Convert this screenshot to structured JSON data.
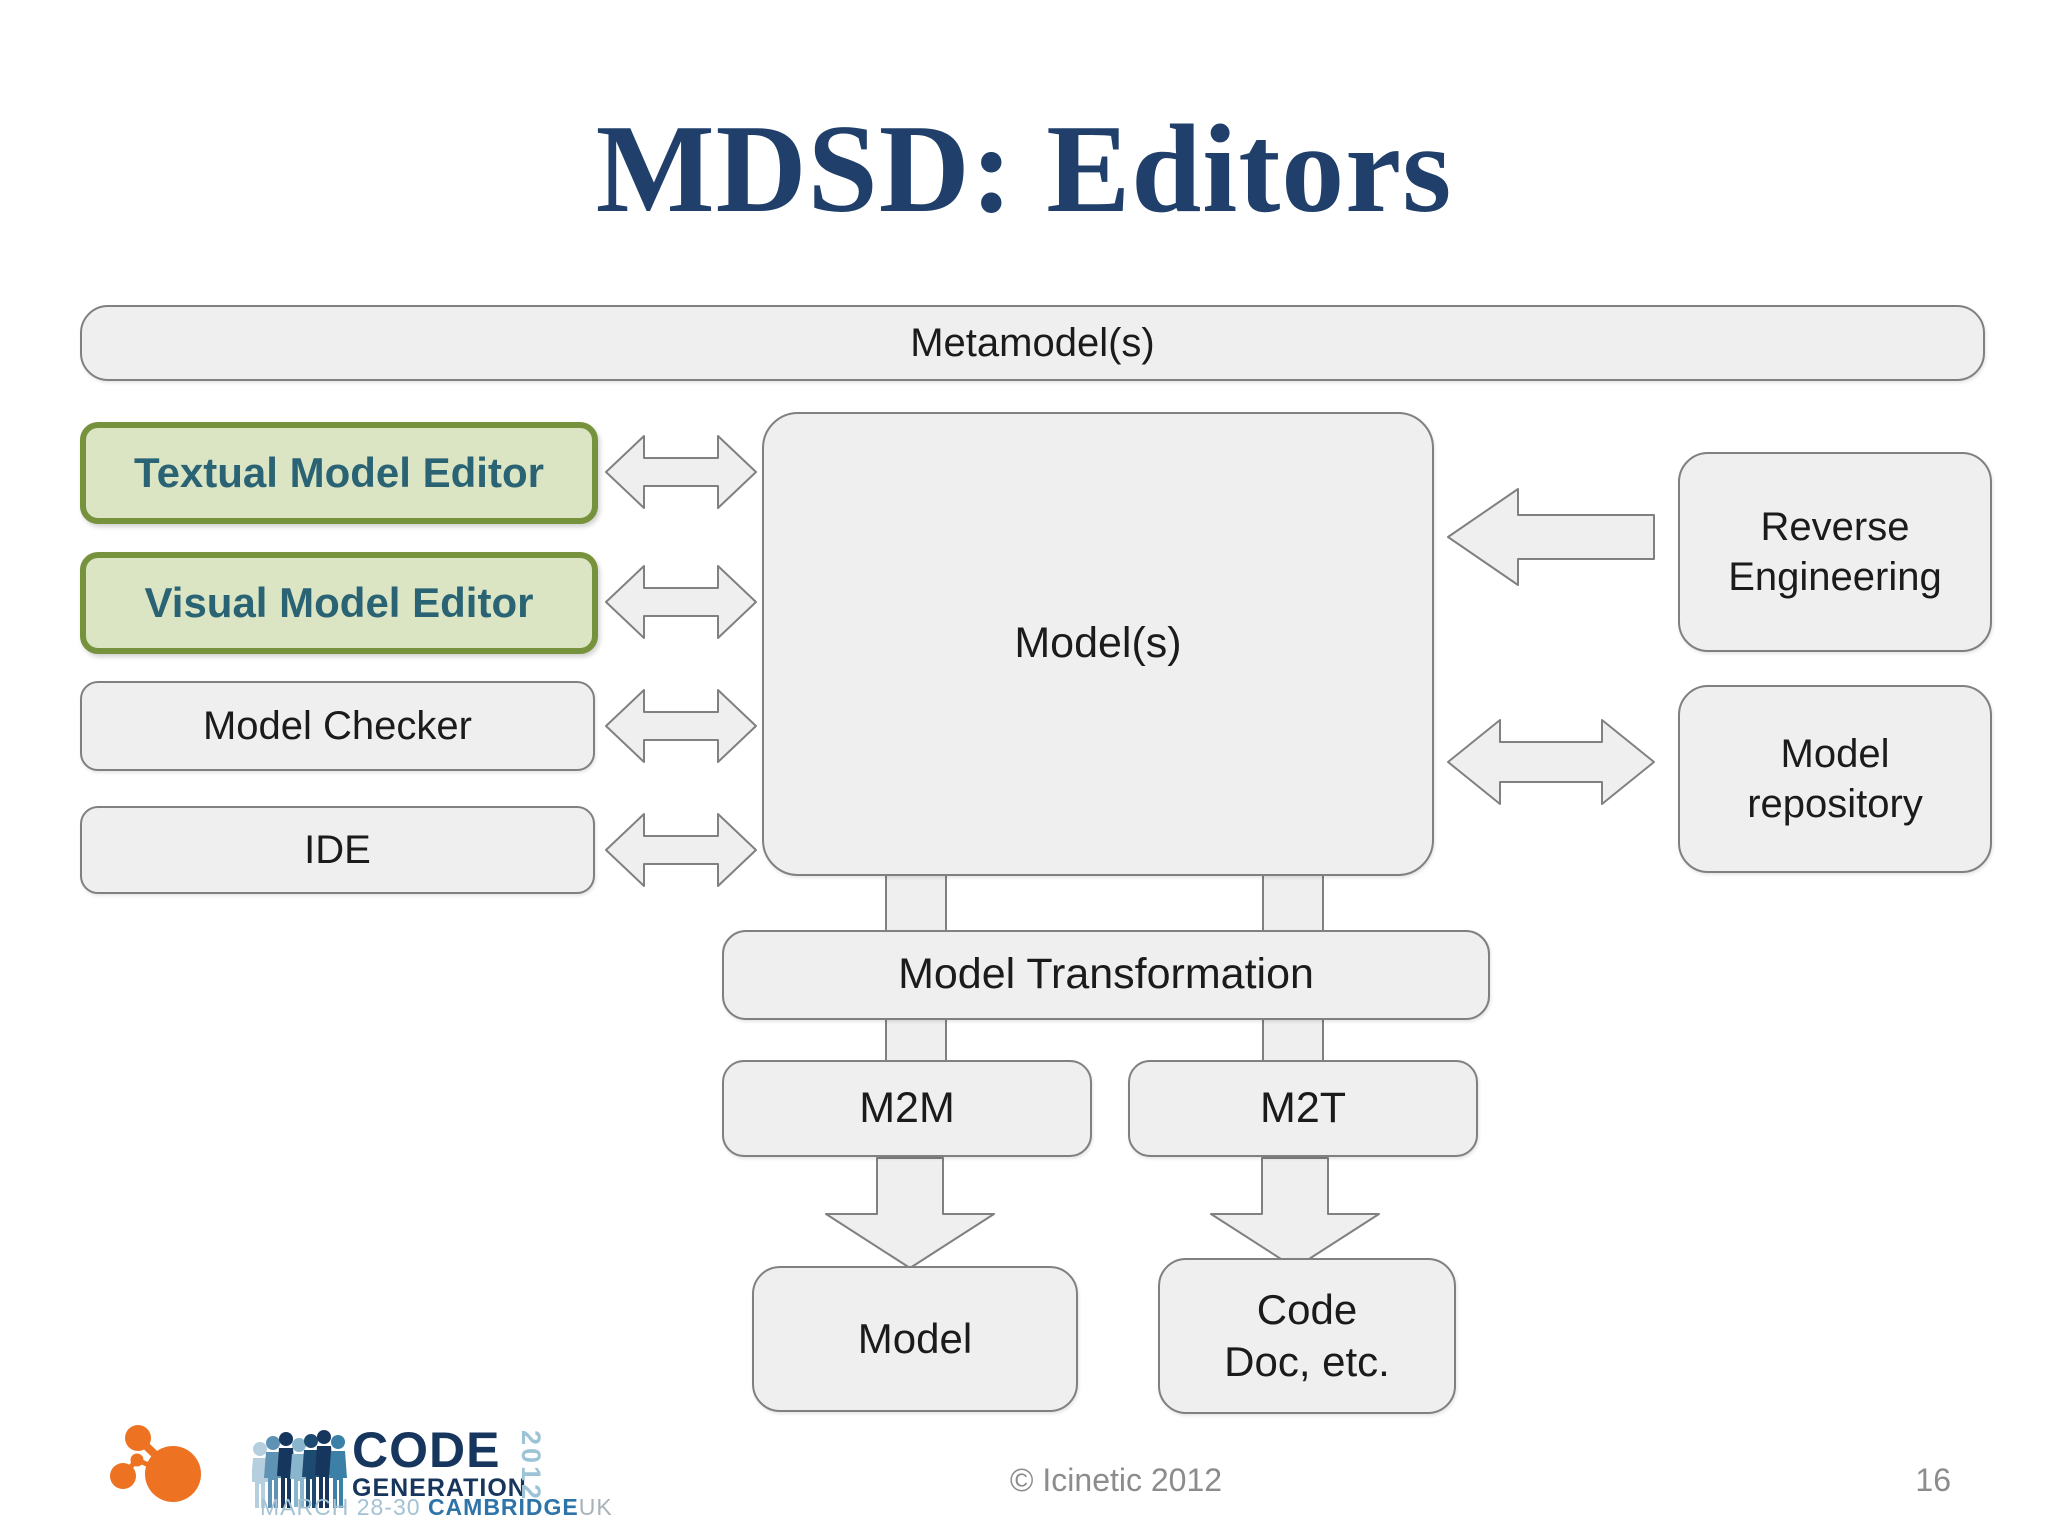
{
  "title": "MDSD: Editors",
  "diagram": {
    "metamodel": "Metamodel(s)",
    "textual_editor": "Textual Model Editor",
    "visual_editor": "Visual Model Editor",
    "model_checker": "Model Checker",
    "ide": "IDE",
    "models": "Model(s)",
    "reverse_engineering": "Reverse Engineering",
    "model_repository": "Model repository",
    "model_transformation": "Model Transformation",
    "m2m": "M2M",
    "m2t": "M2T",
    "model_output": "Model",
    "code_output": "Code\nDoc, etc."
  },
  "footer": {
    "copyright": "© Icinetic 2012",
    "page_number": "16"
  },
  "logo": {
    "code": "CODE",
    "generation": "GENERATION",
    "year": "2012",
    "dates": "MARCH 28-30",
    "city": "CAMBRIDGE",
    "country": "UK"
  },
  "colors": {
    "title_navy": "#20406B",
    "box_fill": "#F0EFF0",
    "box_border": "#808080",
    "green_fill": "#DBE5C4",
    "green_border": "#77923C",
    "green_text": "#2A6373",
    "brand_orange": "#ED7323",
    "logo_navy": "#17365D",
    "logo_blue": "#2E74A8",
    "logo_light_blue": "#9CC3D6"
  }
}
